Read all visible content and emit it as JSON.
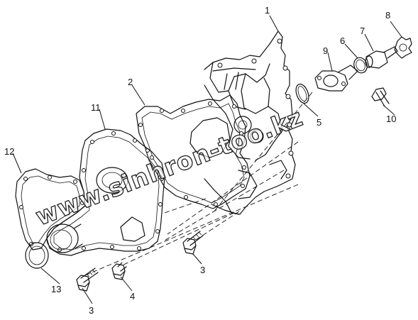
{
  "callouts": {
    "c1": "1",
    "c2": "2",
    "c3a": "3",
    "c3b": "3",
    "c4": "4",
    "c5": "5",
    "c6": "6",
    "c7": "7",
    "c8": "8",
    "c9": "9",
    "c10": "10",
    "c11": "11",
    "c12": "12",
    "c13": "13"
  },
  "watermark": "www.sinhron-too.kz",
  "colors": {
    "line": "#111111",
    "background": "#ffffff"
  }
}
